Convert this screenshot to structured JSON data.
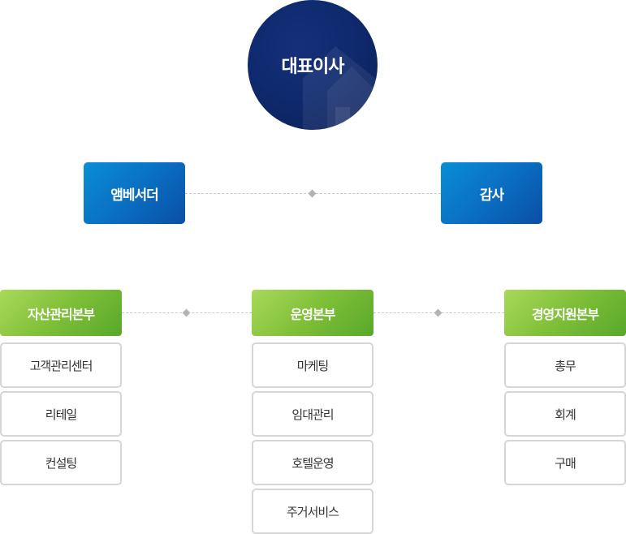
{
  "ceo": {
    "label": "대표이사"
  },
  "top_row": {
    "left": {
      "label": "앰베서더"
    },
    "right": {
      "label": "감사"
    }
  },
  "divisions": [
    {
      "label": "자산관리본부",
      "teams": [
        "고객관리센터",
        "리테일",
        "컨설팅"
      ]
    },
    {
      "label": "운영본부",
      "teams": [
        "마케팅",
        "임대관리",
        "호텔운영",
        "주거서비스"
      ]
    },
    {
      "label": "경영지원본부",
      "teams": [
        "총무",
        "회계",
        "구매"
      ]
    }
  ],
  "colors": {
    "ceo_circle": "#0f2a6e",
    "blue_box": "#0a6fc2",
    "green_box": "#7fbf38",
    "sub_border": "#d6d6d6",
    "connector": "#c8c8c8"
  }
}
